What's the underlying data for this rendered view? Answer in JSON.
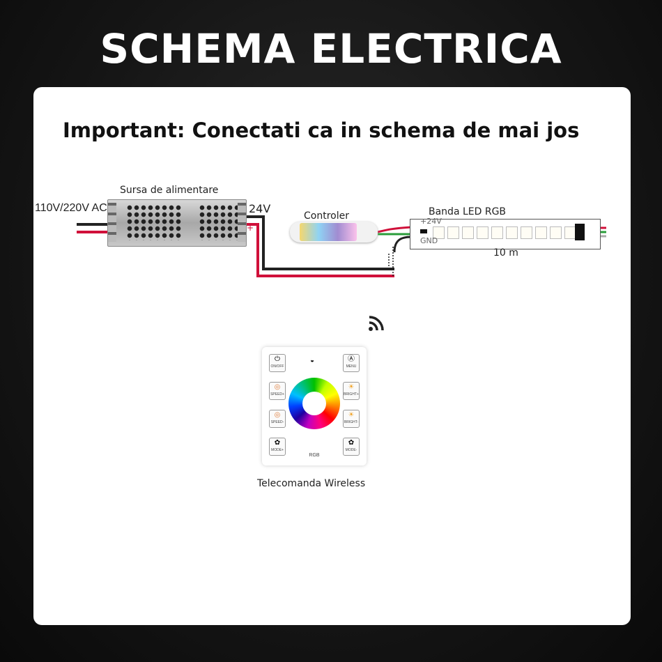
{
  "title": "SCHEMA ELECTRICA",
  "subtitle": "Important: Conectati ca in schema de mai jos",
  "labels": {
    "power_supply": "Sursa de alimentare",
    "ac_input": "110V/220V AC",
    "dc_output": "24V",
    "minus": "-",
    "plus": "+",
    "controller": "Controler",
    "strip": "Banda LED RGB",
    "strip_plus": "+24V",
    "strip_gnd": "GND",
    "strip_length": "10 m",
    "remote": "Telecomanda Wireless"
  },
  "remote": {
    "buttons_left": [
      "ON/OFF",
      "SPEED+",
      "SPEED-",
      "MODE+"
    ],
    "buttons_right": [
      "MENU",
      "BRIGHT+",
      "BRIGHT-",
      "MODE-"
    ],
    "bottom_label": "RGB"
  },
  "icons": {
    "wireless": "wifi-signal-icon",
    "power": "power-icon"
  },
  "colors": {
    "wire_positive": "#d0103a",
    "wire_negative": "#222222",
    "wire_data": "#2a9d3a",
    "background": "#151515",
    "card": "#ffffff"
  }
}
